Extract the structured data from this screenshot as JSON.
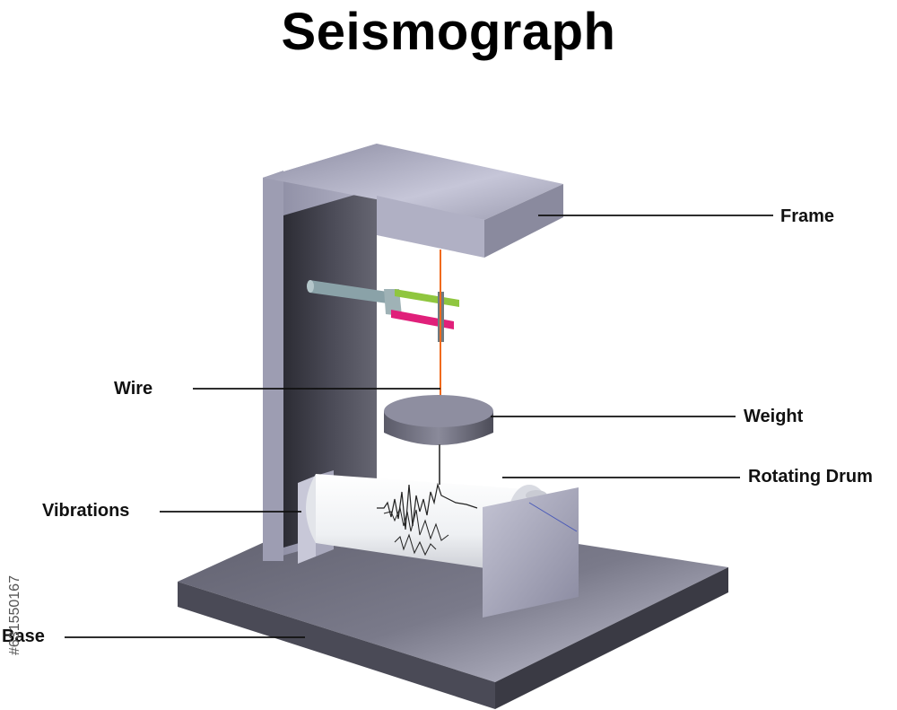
{
  "title": "Seismograph",
  "labels": {
    "frame": "Frame",
    "wire": "Wire",
    "weight": "Weight",
    "rotating_drum": "Rotating Drum",
    "vibrations": "Vibrations",
    "base": "Base"
  },
  "side_id": "#631550167",
  "colors": {
    "frame": "#9a9bb0",
    "frame_inner": "#3e3e48",
    "base": "#6b6b7a",
    "wire": "#f06a1c",
    "arm_green": "#8fc63f",
    "arm_magenta": "#e0207a",
    "drum": "#f4f5f7",
    "trace": "#222222"
  }
}
